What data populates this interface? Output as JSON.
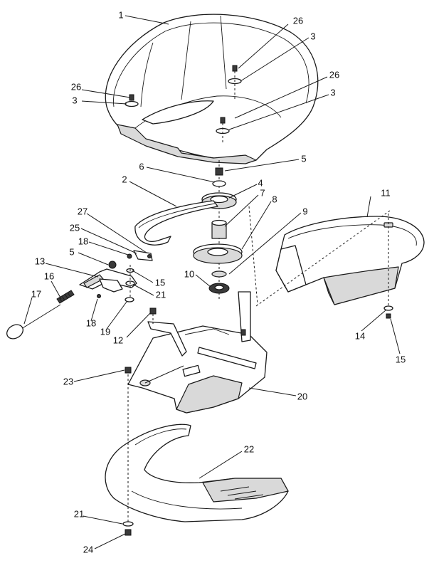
{
  "callouts": {
    "c1": "1",
    "c2": "2",
    "c3a": "3",
    "c3b": "3",
    "c3c": "3",
    "c4": "4",
    "c5a": "5",
    "c5b": "5",
    "c6": "6",
    "c7": "7",
    "c8": "8",
    "c9": "9",
    "c10": "10",
    "c11": "11",
    "c12": "12",
    "c13": "13",
    "c14": "14",
    "c15a": "15",
    "c15b": "15",
    "c16": "16",
    "c17": "17",
    "c18a": "18",
    "c18b": "18",
    "c19": "19",
    "c20": "20",
    "c21a": "21",
    "c21b": "21",
    "c22": "22",
    "c23": "23",
    "c24": "24",
    "c25": "25",
    "c26a": "26",
    "c26b": "26",
    "c26c": "26",
    "c27": "27"
  }
}
